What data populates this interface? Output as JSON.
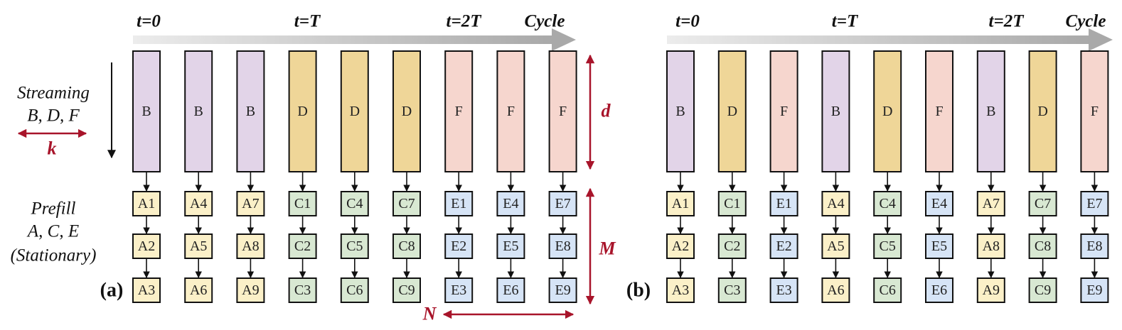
{
  "colors": {
    "B": "#e2d4e8",
    "D": "#efd698",
    "F": "#f6d6ce",
    "A": "#fbf0c8",
    "C": "#d8e8d2",
    "E": "#d6e4f6",
    "accent": "#a8142a",
    "timeline": "#bdbdbd"
  },
  "time_labels": [
    "t=0",
    "t=T",
    "t=2T",
    "Cycle"
  ],
  "side_labels": {
    "streaming": [
      "Streaming",
      "B, D, F"
    ],
    "k": "k",
    "prefill": [
      "Prefill",
      "A, C, E",
      "(Stationary)"
    ],
    "d": "d",
    "M": "M",
    "N": "N"
  },
  "panels": [
    {
      "label": "(a)",
      "streaming": [
        "B",
        "B",
        "B",
        "D",
        "D",
        "D",
        "F",
        "F",
        "F"
      ],
      "prefill": [
        [
          "A1",
          "A4",
          "A7",
          "C1",
          "C4",
          "C7",
          "E1",
          "E4",
          "E7"
        ],
        [
          "A2",
          "A5",
          "A8",
          "C2",
          "C5",
          "C8",
          "E2",
          "E5",
          "E8"
        ],
        [
          "A3",
          "A6",
          "A9",
          "C3",
          "C6",
          "C9",
          "E3",
          "E6",
          "E9"
        ]
      ]
    },
    {
      "label": "(b)",
      "streaming": [
        "B",
        "D",
        "F",
        "B",
        "D",
        "F",
        "B",
        "D",
        "F"
      ],
      "prefill": [
        [
          "A1",
          "C1",
          "E1",
          "A4",
          "C4",
          "E4",
          "A7",
          "C7",
          "E7"
        ],
        [
          "A2",
          "C2",
          "E2",
          "A5",
          "C5",
          "E5",
          "A8",
          "C8",
          "E8"
        ],
        [
          "A3",
          "C3",
          "E3",
          "A6",
          "C6",
          "E6",
          "A9",
          "C9",
          "E9"
        ]
      ]
    }
  ]
}
